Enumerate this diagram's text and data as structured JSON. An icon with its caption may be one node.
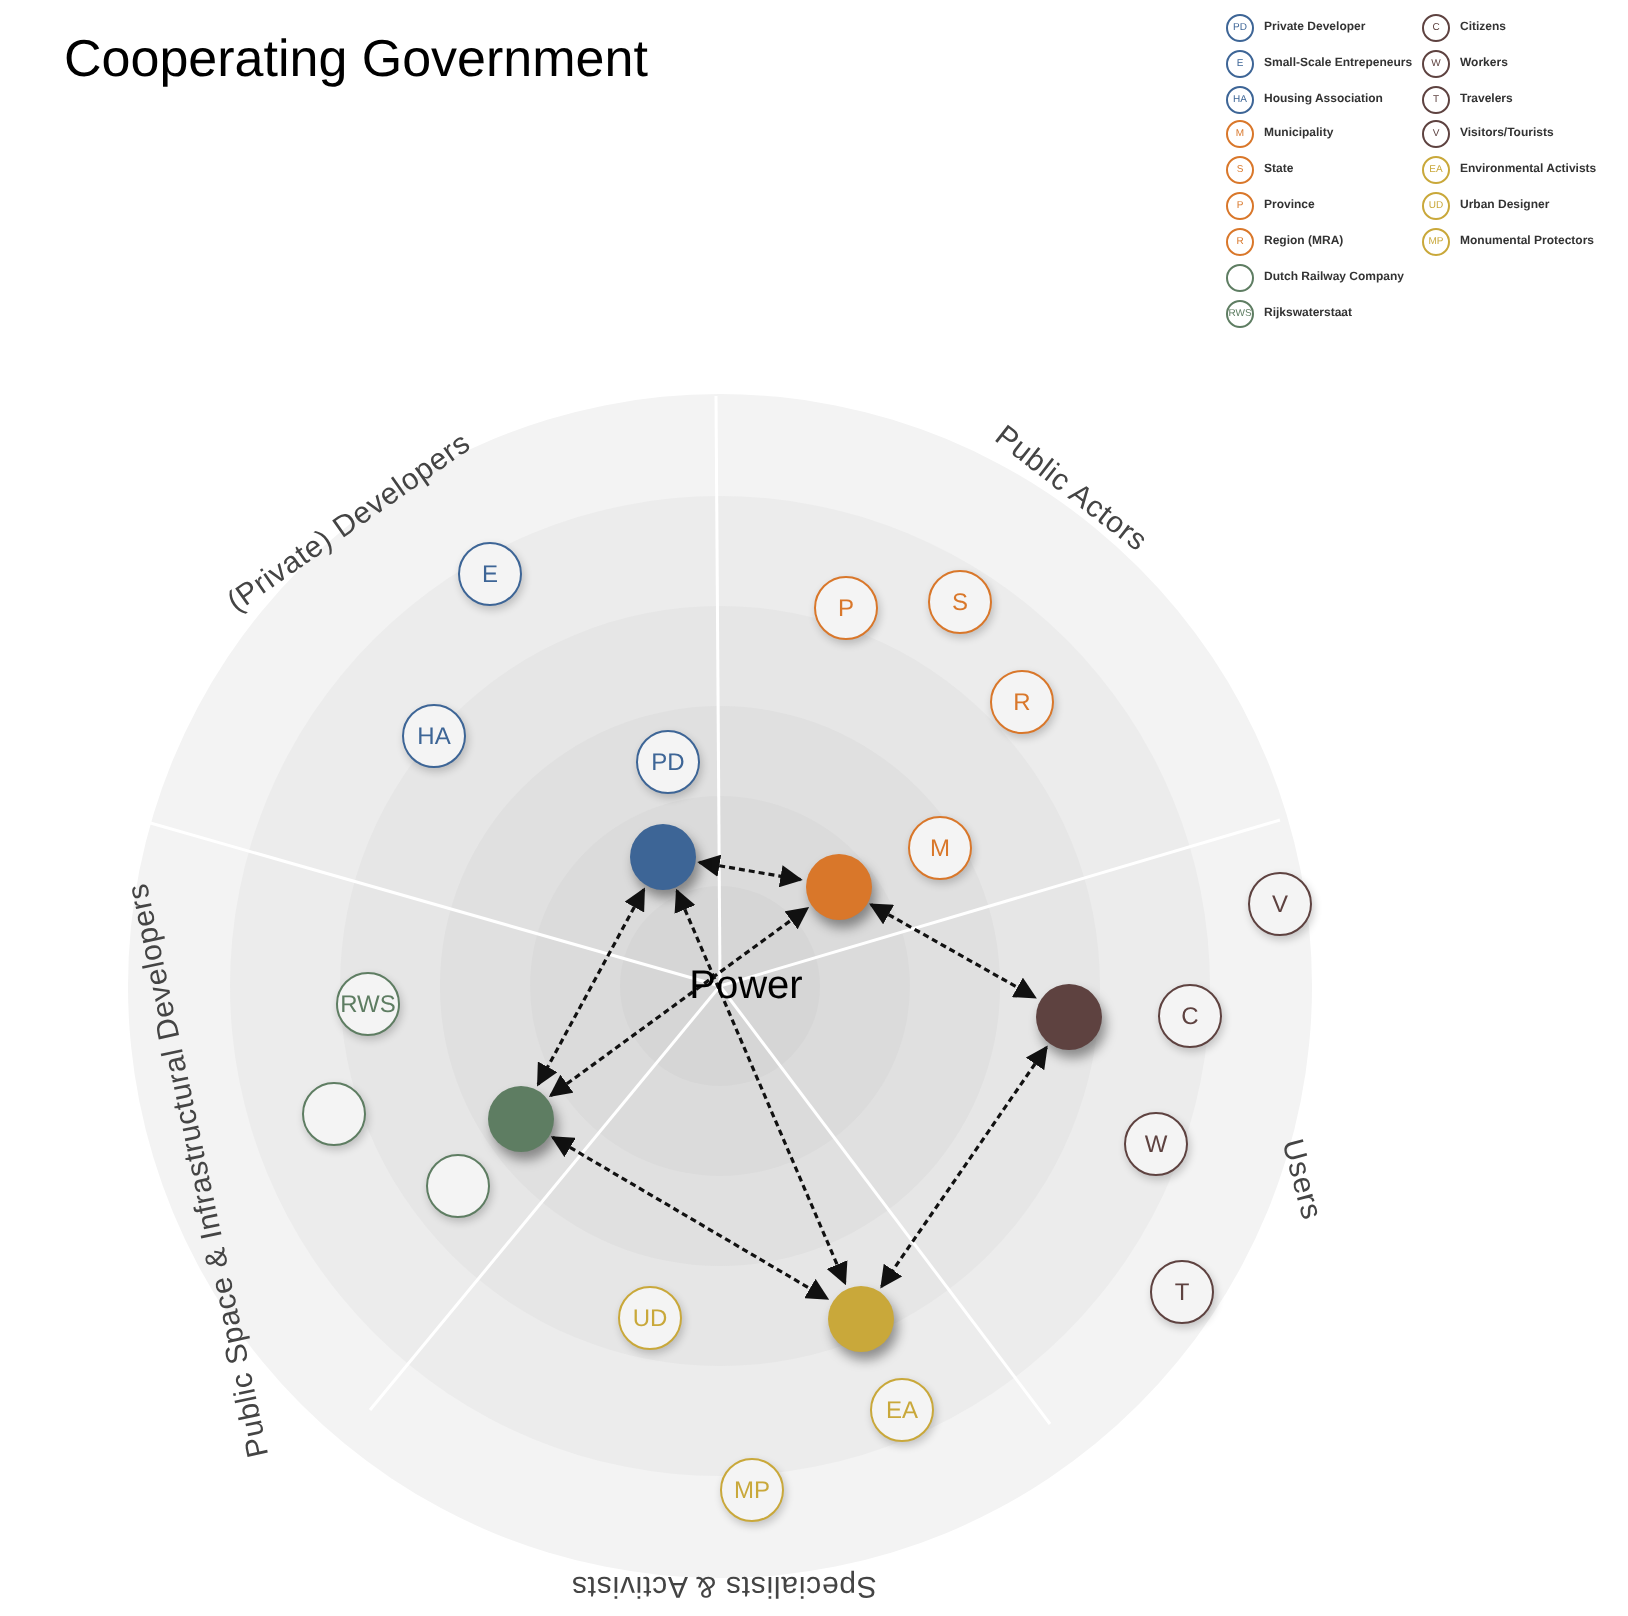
{
  "diagram": {
    "title": "Cooperating Government",
    "nodes": [
      {
        "text": [
          "PD"
        ],
        "beside": [
          "Private Developer"
        ]
      },
      {
        "text": [
          "E"
        ],
        "beside": [
          "Small-Scale Entrepeneurs"
        ]
      },
      {
        "text": [
          "HA"
        ],
        "beside": [
          "Housing Association"
        ]
      },
      {
        "text": [
          "M"
        ],
        "beside": [
          "Municipality"
        ]
      },
      {
        "text": [
          "S"
        ],
        "beside": [
          "State"
        ]
      },
      {
        "text": [
          "P"
        ],
        "beside": [
          "Province"
        ]
      },
      {
        "text": [
          "R"
        ],
        "beside": [
          "Region (MRA)"
        ]
      },
      {
        "text": [],
        "shape": "circle",
        "beside": [
          "Dutch Railway Company"
        ]
      },
      {
        "text": [
          "RWS"
        ],
        "beside": [
          "Rijkswaterstaat"
        ]
      },
      {
        "text": [
          "C"
        ],
        "beside": [
          "Citizens"
        ]
      },
      {
        "text": [
          "W"
        ],
        "beside": [
          "Workers"
        ]
      },
      {
        "text": [
          "T"
        ],
        "beside": [
          "Travelers"
        ]
      },
      {
        "text": [
          "V"
        ],
        "beside": [
          "Visitors/Tourists"
        ]
      },
      {
        "text": [
          "EA"
        ],
        "beside": [
          "Environmental Activists"
        ]
      },
      {
        "text": [
          "UD"
        ],
        "beside": [
          "Urban Designer"
        ]
      },
      {
        "text": [
          "MP"
        ],
        "beside": [
          "Monumental Protectors"
        ]
      },
      {
        "text": [
          "E"
        ]
      },
      {
        "text": [
          "P"
        ]
      },
      {
        "text": [
          "S"
        ]
      },
      {
        "text": [
          "R"
        ]
      },
      {
        "text": [
          "HA"
        ]
      },
      {
        "text": [
          "PD"
        ]
      },
      {
        "text": [
          "M"
        ]
      },
      {
        "text": [],
        "shape": "circle"
      },
      {
        "text": [],
        "shape": "circle"
      },
      {
        "text": [
          "V"
        ]
      },
      {
        "text": [
          "RWS"
        ]
      },
      {
        "text": [],
        "shape": "circle"
      },
      {
        "text": [
          "C"
        ]
      },
      {
        "text": [],
        "shape": "circle"
      },
      {
        "text": [],
        "shape": "circle"
      },
      {
        "text": [
          "W"
        ]
      },
      {
        "text": [],
        "shape": "circle"
      },
      {
        "text": [
          "T"
        ]
      },
      {
        "text": [
          "UD"
        ]
      },
      {
        "text": [],
        "shape": "circle"
      },
      {
        "text": [
          "EA"
        ]
      },
      {
        "text": [
          "MP"
        ]
      }
    ],
    "edges": [
      {
        "from": 23,
        "to": 24,
        "arrow": "both",
        "style": "dashed"
      },
      {
        "from": 23,
        "to": 30,
        "arrow": "both",
        "style": "dashed"
      },
      {
        "from": 23,
        "to": 35,
        "arrow": "both",
        "style": "dashed"
      },
      {
        "from": 30,
        "to": 24,
        "arrow": "both",
        "style": "dashed"
      },
      {
        "from": 30,
        "to": 35,
        "arrow": "both",
        "style": "dashed"
      },
      {
        "from": 24,
        "to": 27,
        "arrow": "both",
        "style": "dashed"
      },
      {
        "from": 27,
        "to": 35,
        "arrow": "both",
        "style": "dashed"
      }
    ],
    "labels": [
      "(Private) Developers",
      "Public Actors",
      "Power",
      "Public Space & Infrastructural Developers",
      "Users",
      "Specialists & Activists"
    ]
  }
}
